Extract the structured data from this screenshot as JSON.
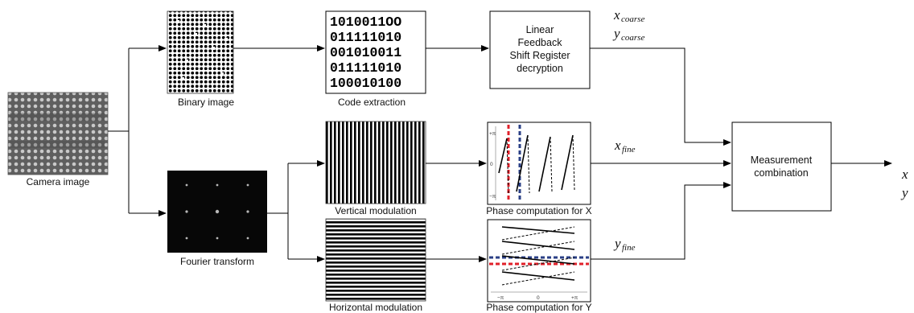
{
  "captions": {
    "camera": "Camera image",
    "binary": "Binary image",
    "code": "Code extraction",
    "fourier": "Fourier transform",
    "vertical": "Vertical modulation",
    "horizontal": "Horizontal modulation",
    "phase_x": "Phase computation for X",
    "phase_y": "Phase computation for Y"
  },
  "lfsr_box": {
    "lines": [
      "Linear",
      "Feedback",
      "Shift Register",
      "decryption"
    ]
  },
  "combine_box": {
    "lines": [
      "Measurement",
      "combination"
    ]
  },
  "code_rows": [
    "1010011OO",
    "011111010",
    "001010011",
    "011111010",
    "100010100"
  ],
  "variables": {
    "x_coarse": {
      "base": "x",
      "sub": "coarse"
    },
    "y_coarse": {
      "base": "y",
      "sub": "coarse"
    },
    "x_fine": {
      "base": "x",
      "sub": "fine"
    },
    "y_fine": {
      "base": "y",
      "sub": "fine"
    },
    "x_out": "x",
    "y_out": "y"
  },
  "phase_plot_ticks": {
    "x_plot_y": [
      "+π",
      "0",
      "−π"
    ],
    "y_plot_x": [
      "−π",
      "0",
      "+π"
    ]
  },
  "colors": {
    "phase_red": "#e0202a",
    "phase_blue": "#2a3f86"
  }
}
